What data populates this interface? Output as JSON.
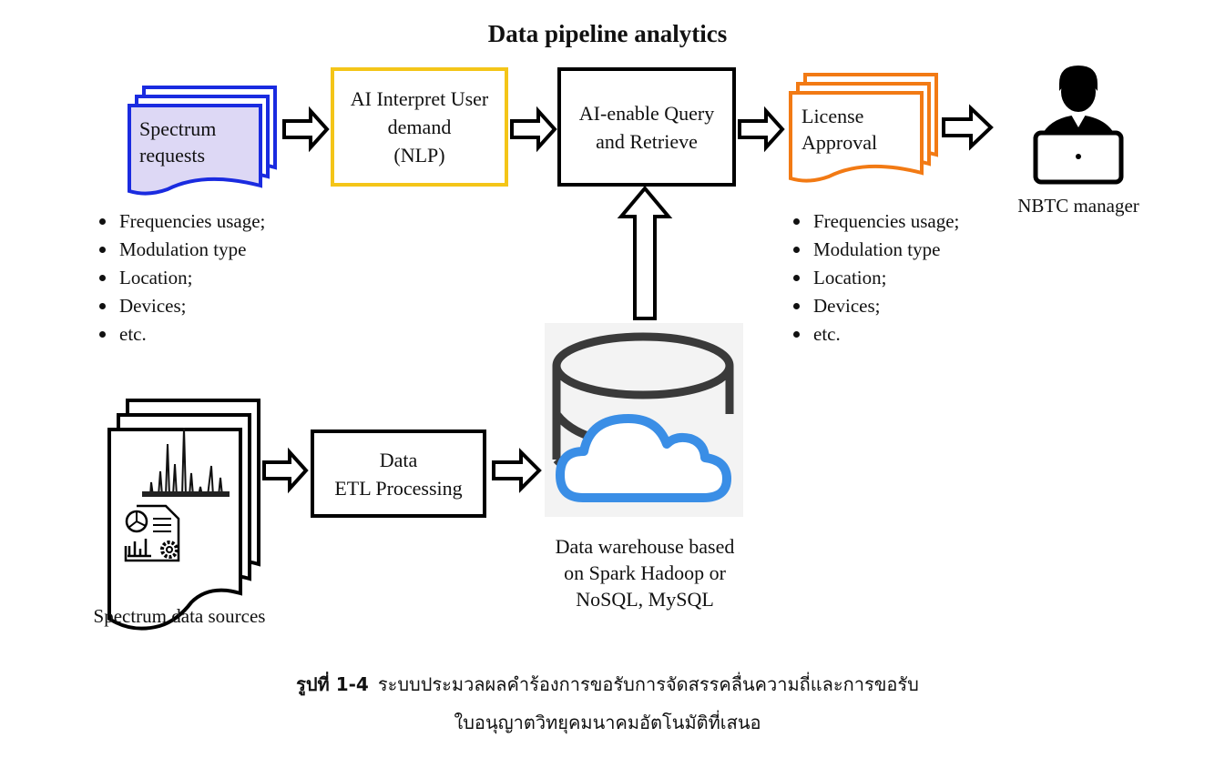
{
  "title": "Data pipeline analytics",
  "spectrum_requests": {
    "label": "Spectrum\nrequests",
    "fill": "#ddd8f5",
    "stroke": "#1a2be0"
  },
  "ai_interpret": {
    "label": "AI Interpret User\ndemand\n(NLP)",
    "stroke": "#f4c518"
  },
  "ai_query": {
    "label": "AI-enable Query\nand Retrieve"
  },
  "license": {
    "label": "License\nApproval",
    "stroke": "#f27a14"
  },
  "manager": {
    "label": "NBTC manager"
  },
  "left_list": [
    "Frequencies usage;",
    "Modulation type",
    "Location;",
    "Devices;",
    "etc."
  ],
  "right_list": [
    "Frequencies usage;",
    "Modulation type",
    "Location;",
    "Devices;",
    "etc."
  ],
  "etl": {
    "label": "Data\nETL Processing"
  },
  "warehouse": {
    "label": "Data warehouse based\non Spark Hadoop or\nNoSQL, MySQL",
    "cloud_color": "#3a8ee6"
  },
  "sources": {
    "label": "Spectrum data sources"
  },
  "caption": {
    "label": "รูปที่ 1-4",
    "line1": "ระบบประมวลผลคำร้องการขอรับการจัดสรรคลื่นความถี่และการขอรับ",
    "line2": "ใบอนุญาตวิทยุคมนาคมอัตโนมัติที่เสนอ"
  }
}
